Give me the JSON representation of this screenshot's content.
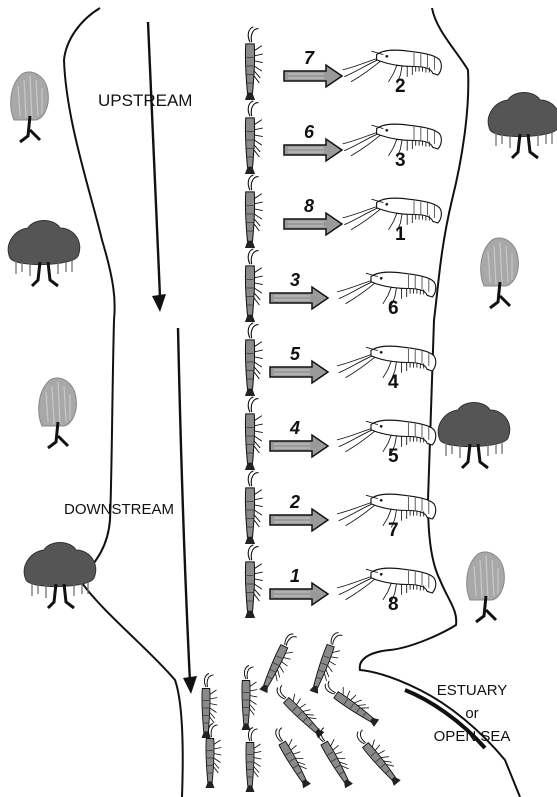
{
  "labels": {
    "upstream": "UPSTREAM",
    "downstream": "DOWNSTREAM",
    "estuary_line1": "ESTUARY",
    "estuary_line2": "or",
    "estuary_line3": "OPEN SEA"
  },
  "stages": [
    {
      "arrow_label": "7",
      "adult_label": "2"
    },
    {
      "arrow_label": "6",
      "adult_label": "3"
    },
    {
      "arrow_label": "8",
      "adult_label": "1"
    },
    {
      "arrow_label": "3",
      "adult_label": "6"
    },
    {
      "arrow_label": "5",
      "adult_label": "4"
    },
    {
      "arrow_label": "4",
      "adult_label": "5"
    },
    {
      "arrow_label": "2",
      "adult_label": "7"
    },
    {
      "arrow_label": "1",
      "adult_label": "8"
    }
  ],
  "colors": {
    "outline": "#111111",
    "tree_dark": "#555555",
    "tree_light": "#a8a8a8",
    "arrow_fill": "#9a9a9a"
  },
  "icons": {
    "juvenile": "juvenile-prawn-icon",
    "adult": "adult-prawn-icon",
    "tree": "tree-icon"
  }
}
